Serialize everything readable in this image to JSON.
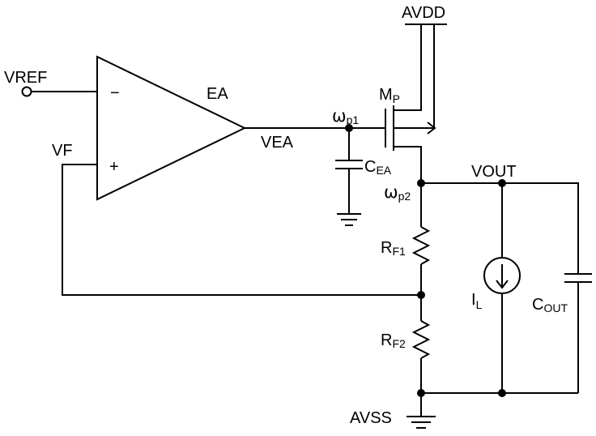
{
  "labels": {
    "avdd": "AVDD",
    "vref": "VREF",
    "vf": "VF",
    "ea": "EA",
    "vea": "VEA",
    "minus": "−",
    "plus": "+",
    "omega_p1": "ω",
    "omega_p1_sub": "p1",
    "omega_p2": "ω",
    "omega_p2_sub": "p2",
    "mp_main": "M",
    "mp_sub": "P",
    "cea_main": "C",
    "cea_sub": "EA",
    "vout": "VOUT",
    "rf1_main": "R",
    "rf1_sub": "F1",
    "rf2_main": "R",
    "rf2_sub": "F2",
    "il_main": "I",
    "il_sub": "L",
    "cout_main": "C",
    "cout_sub": "OUT",
    "avss": "AVSS"
  }
}
